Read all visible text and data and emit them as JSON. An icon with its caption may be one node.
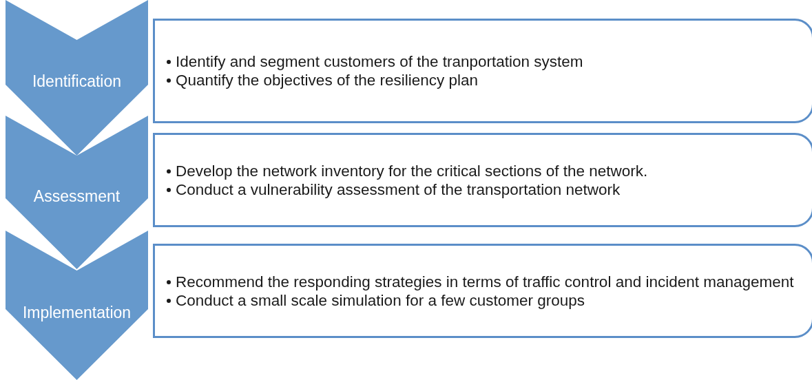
{
  "diagram": {
    "nodes": [
      {
        "text": [
          "Identification"
        ]
      },
      {
        "text": [
          "Identify and segment customers of the tranportation system",
          "Quantify the objectives of the resiliency plan"
        ]
      },
      {
        "text": [
          "Assessment"
        ]
      },
      {
        "text": [
          "Develop the network inventory for the critical sections of the network.",
          "Conduct a vulnerability assessment of the transportation network"
        ]
      },
      {
        "text": [
          "Implementation"
        ]
      },
      {
        "text": [
          "Recommend the responding strategies in terms of traffic control and incident management",
          "Conduct a small scale simulation for a few customer groups"
        ]
      }
    ]
  }
}
